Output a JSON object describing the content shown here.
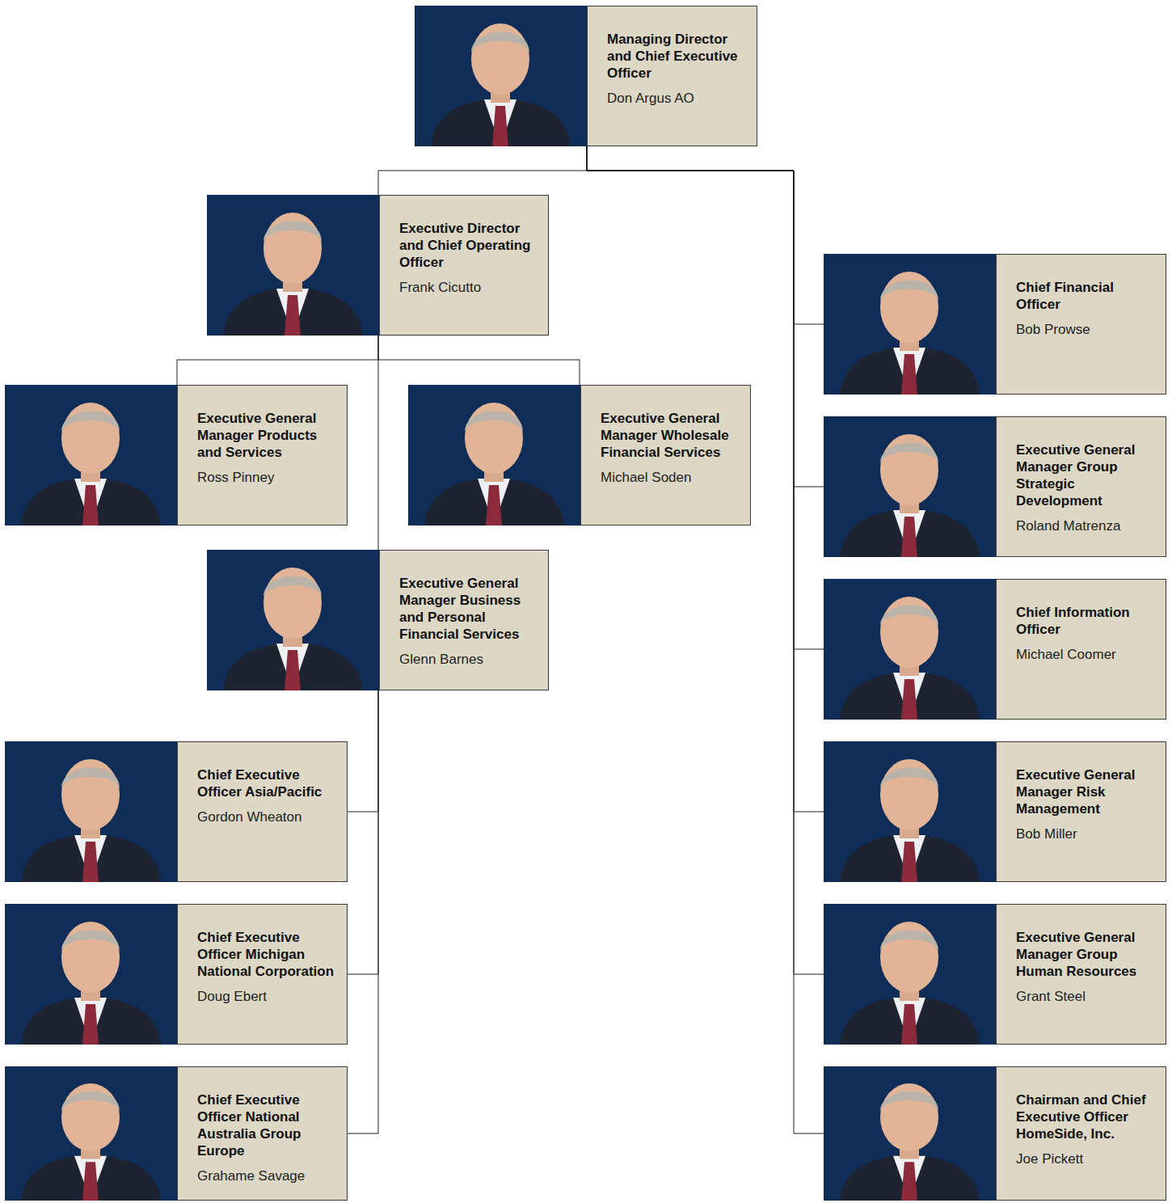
{
  "diagram": {
    "nodes": [
      {
        "text": [
          "Managing Director and Chief Executive Officer",
          "Don Argus AO"
        ]
      },
      {
        "text": [
          "Executive Director and Chief Operating Officer",
          "Frank Cicutto"
        ]
      },
      {
        "text": [
          "Chief Financial Officer",
          "Bob Prowse"
        ]
      },
      {
        "text": [
          "Executive General Manager Products and Services",
          "Ross Pinney"
        ]
      },
      {
        "text": [
          "Executive General Manager Wholesale Financial Services",
          "Michael Soden"
        ]
      },
      {
        "text": [
          "Executive General Manager Group Strategic Development",
          "Roland Matrenza"
        ]
      },
      {
        "text": [
          "Executive General Manager Business and Personal Financial Services",
          "Glenn Barnes"
        ]
      },
      {
        "text": [
          "Chief Information Officer",
          "Michael Coomer"
        ]
      },
      {
        "text": [
          "Chief Executive Officer Asia/Pacific",
          "Gordon Wheaton"
        ]
      },
      {
        "text": [
          "Executive General Manager Risk Management",
          "Bob Miller"
        ]
      },
      {
        "text": [
          "Chief Executive Officer Michigan National Corporation",
          "Doug Ebert"
        ]
      },
      {
        "text": [
          "Executive General Manager Group Human Resources",
          "Grant Steel"
        ]
      },
      {
        "text": [
          "Chief Executive Officer National Australia Group Europe",
          "Grahame Savage"
        ]
      },
      {
        "text": [
          "Chairman and Chief Executive Officer HomeSide, Inc.",
          "Joe Pickett"
        ]
      }
    ],
    "edges": [
      {
        "from": 0,
        "to": 1,
        "arrow": "none"
      },
      {
        "from": 0,
        "to": 2,
        "arrow": "none"
      },
      {
        "from": 0,
        "to": 5,
        "arrow": "none"
      },
      {
        "from": 0,
        "to": 7,
        "arrow": "none"
      },
      {
        "from": 0,
        "to": 9,
        "arrow": "none"
      },
      {
        "from": 0,
        "to": 11,
        "arrow": "none"
      },
      {
        "from": 0,
        "to": 13,
        "arrow": "none"
      },
      {
        "from": 1,
        "to": 3,
        "arrow": "none"
      },
      {
        "from": 1,
        "to": 4,
        "arrow": "none"
      },
      {
        "from": 1,
        "to": 6,
        "arrow": "none"
      },
      {
        "from": 6,
        "to": 8,
        "arrow": "none"
      },
      {
        "from": 6,
        "to": 10,
        "arrow": "none"
      },
      {
        "from": 6,
        "to": 12,
        "arrow": "none"
      }
    ]
  }
}
